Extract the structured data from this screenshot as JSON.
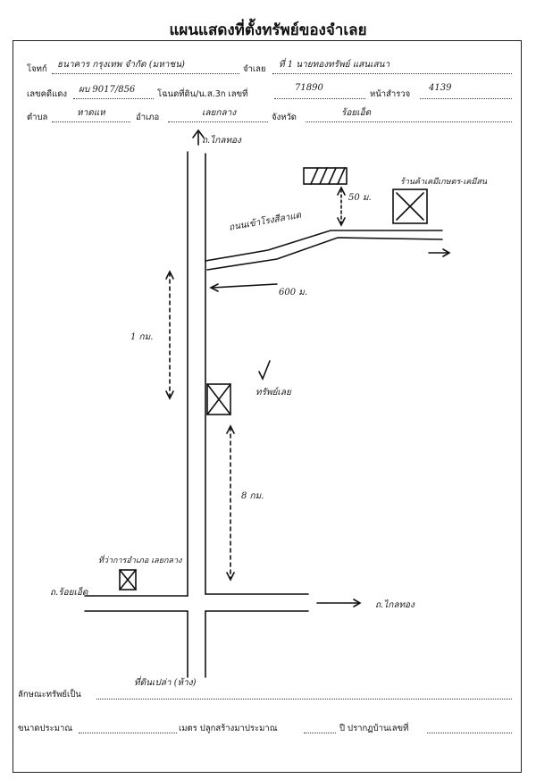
{
  "header": {
    "title": "แผนแสดงที่ตั้งทรัพย์ของจำเลย"
  },
  "form": {
    "plaintiff_label": "โจทก์",
    "plaintiff_value": "ธนาคาร กรุงเทพ จำกัด (มหาชน)",
    "defendant_label": "จำเลย",
    "defendant_value": "ที่ 1 นายทองทรัพย์ แสนเสนา",
    "redcase_label": "เลขคดีแดง",
    "redcase_value": "ผบ 9017/856",
    "deed_label": "โฉนดที่ดิน/น.ส.3ก เลขที่",
    "deed_value": "71890",
    "survey_label": "หน้าสำรวจ",
    "survey_value": "4139",
    "subdistrict_label": "ตำบล",
    "subdistrict_value": "หาดแห",
    "district_label": "อำเภอ",
    "district_value": "เลยกลาง",
    "province_label": "จังหวัด",
    "province_value": "ร้อยเอ็ด",
    "property_type_label": "ลักษณะทรัพย์เป็น",
    "property_type_value": "ที่ดินเปล่า (ห้าง)",
    "size_label": "ขนาดประมาณ",
    "size_unit_label": "เมตร ปลูกสร้างมาประมาณ",
    "year_label": "ปี ปรากฏบ้านเลขที่"
  },
  "map": {
    "north_road_label": "ถ.ไกลทอง",
    "branch_road_label": "ถนนเข้าโรงสีลาแด",
    "branch_distance": "600 ม.",
    "landmark_right_label": "ร้านค้าเคมีเกษตร-เคมีสน",
    "landmark_right_distance": "50 ม.",
    "vertical_distance_upper": "1 กม.",
    "property_label": "ทรัพย์เลย",
    "vertical_distance_lower": "8 กม.",
    "bottom_landmark_label": "ที่ว่าการอำเภอ เลยกลาง",
    "left_road_label": "ถ.ร้อยเอ็ด",
    "right_road_label": "ถ.ไกลทอง"
  }
}
